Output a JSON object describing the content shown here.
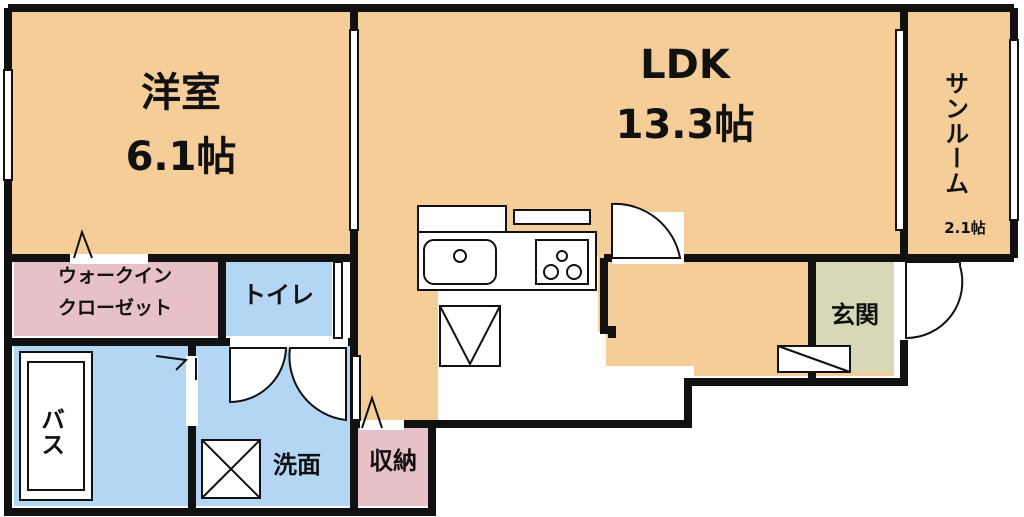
{
  "colors": {
    "room": "#f4cd99",
    "closet": "#e8c1c8",
    "wet": "#b3d6f5",
    "entrance": "#d6d8b8",
    "wall": "#111111",
    "fixture": "#ffffff"
  },
  "rooms": {
    "western": {
      "name": "洋室",
      "size": "6.1帖"
    },
    "ldk": {
      "name": "LDK",
      "size": "13.3帖"
    },
    "sunroom": {
      "name": "サンルーム",
      "size": "2.1帖"
    },
    "walkin": {
      "line1": "ウォークイン",
      "line2": "クローゼット"
    },
    "toilet": {
      "name": "トイレ"
    },
    "bath": {
      "name": "バス"
    },
    "washroom": {
      "name": "洗面"
    },
    "storage": {
      "name": "収納"
    },
    "entrance": {
      "name": "玄関"
    }
  }
}
